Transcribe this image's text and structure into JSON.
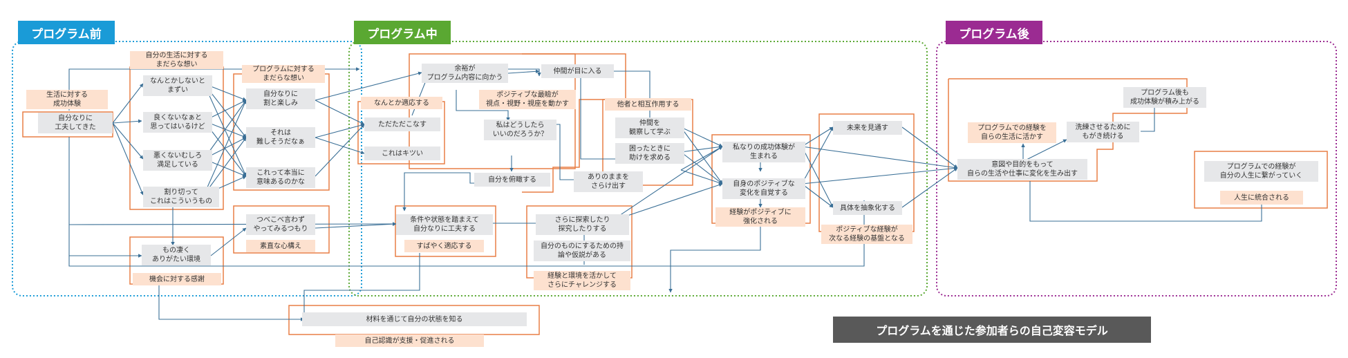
{
  "colors": {
    "before": "#1a9bd7",
    "during": "#5aa832",
    "after": "#9b2b92",
    "connector": "#3a6f96",
    "orange_frame": "#e87e45",
    "title_bg": "#595959"
  },
  "headers": {
    "before": "プログラム前",
    "during": "プログラム中",
    "after": "プログラム後"
  },
  "title": "プログラムを通じた参加者らの自己変容モデル",
  "before": {
    "life_success_label": "生活に対する\n成功体験",
    "self_worked": "自分なりに\n工夫してきた",
    "own_life_thoughts": "自分の生活に対する\nまだらな想い",
    "must_do": "なんとかしないと\nまずい",
    "think_bad": "良くないなぁと\n思ってはいるけど",
    "not_bad": "悪くないむしろ\n満足している",
    "resigned": "割り切って\nこれはこういうもの",
    "program_thoughts": "プログラムに対する\nまだらな想い",
    "enjoy": "自分なりに\n割と楽しみ",
    "difficult": "それは\n難しそうだなぁ",
    "meaningful": "これって本当に\n意味あるのかな",
    "try_anyway": "つべこべ言わず\nやってみるつもり",
    "honest": "素直な心構え",
    "grateful_env": "もの凄く\nありがたい環境",
    "gratitude": "機会に対する感謝"
  },
  "during": {
    "manage_label": "なんとか適応する",
    "just_do": "ただただこなす",
    "hard": "これはキツい",
    "margin": "余裕が\nプログラム内容に向かう",
    "positive_frame": "ポジティブな最瞼が\n視点・視野・視座を動かす",
    "what_should": "私はどうしたら\nいいのだろうか？",
    "peers_enter": "仲間が目に入る",
    "mutual_label": "他者と相互作用する",
    "observe": "仲間を\n観察して学ぶ",
    "ask_help": "困ったときに\n助けを求める",
    "show_self": "ありのままを\nさらけ出す",
    "overlook": "自分を俯瞰する",
    "adapt_condition": "条件や状態を踏まえて\n自分なりに工夫する",
    "quick_adapt": "すばやく適応する",
    "explore": "さらに探索したり\n探究したりする",
    "hypothesis": "自分のものにするための持\n論や仮説がある",
    "challenge": "経験と環境を活かして\nさらにチャレンジする",
    "success_born": "私なりの成功体験が\n生まれる",
    "positive_change": "自身のポジティブな\n変化を自覚する",
    "strengthen": "経験がポジティブに\n強化される",
    "future": "未来を見通す",
    "abstract": "具体を抽象化する",
    "positive_base": "ポジティブな経験が\n次なる経験の基盤となる"
  },
  "after": {
    "use_exp": "プログラムでの経験を\n自らの生活に活かす",
    "refine": "洗練させるために\nもがき続ける",
    "accumulate": "プログラム後も\n成功体験が積み上がる",
    "intention": "意図や目的をもって\n自らの生活や仕事に変化を生み出す",
    "connects": "プログラムでの経験が\n自分の人生に繋がっていく",
    "integrate": "人生に統合される"
  },
  "bottom": {
    "material": "材料を通じて自分の状態を知る",
    "self_aware": "自己認識が支援・促進される"
  }
}
